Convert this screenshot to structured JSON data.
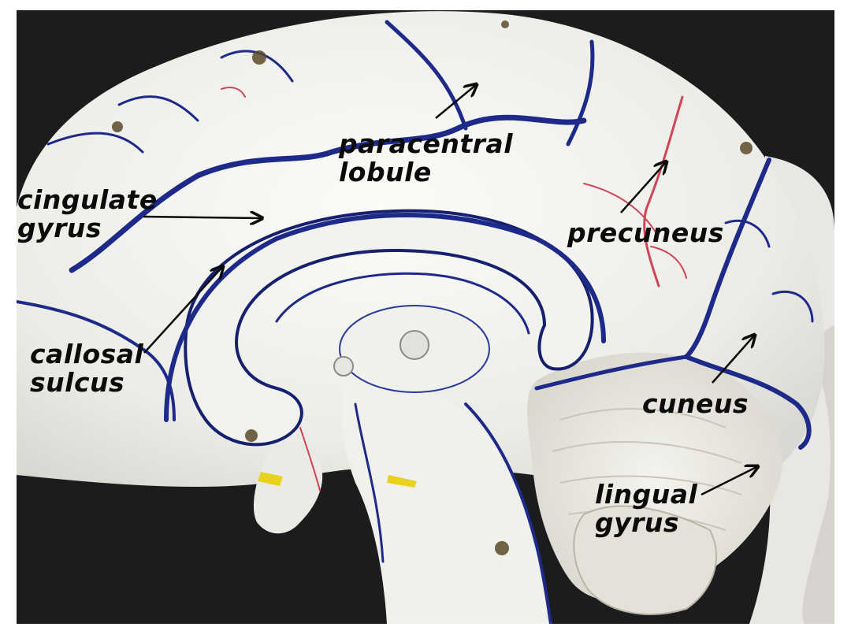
{
  "labels": {
    "paracentral_lobule": {
      "line1": "paracentral",
      "line2": "lobule"
    },
    "cingulate_gyrus": {
      "line1": "cingulate",
      "line2": "gyrus"
    },
    "precuneus": {
      "line1": "precuneus"
    },
    "callosal_sulcus": {
      "line1": "callosal",
      "line2": "sulcus"
    },
    "cuneus": {
      "line1": "cuneus"
    },
    "lingual_gyrus": {
      "line1": "lingual",
      "line2": "gyrus"
    }
  },
  "colors": {
    "background": "#1b1c1e",
    "model_white": "#eeeeea",
    "sulcus_blue": "#1e2a8a",
    "vessel_red": "#d0445a",
    "label_text": "#0b0b0b",
    "tag_yellow": "#e8d21c"
  }
}
